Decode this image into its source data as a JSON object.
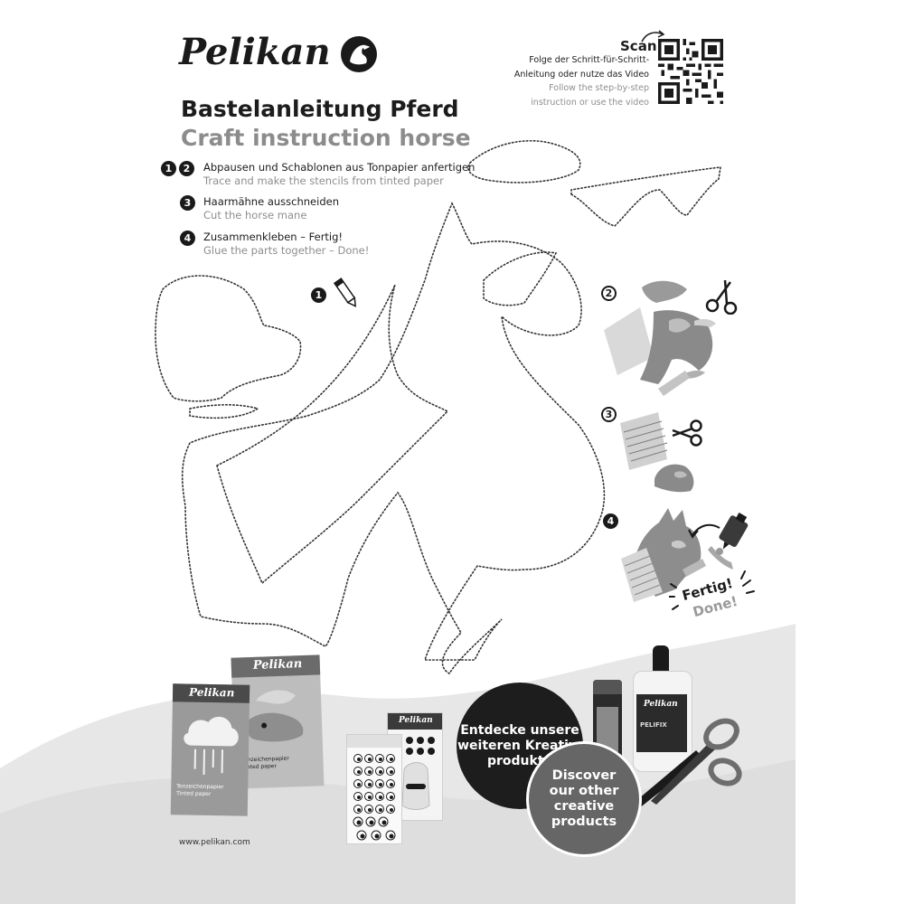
{
  "brand": {
    "name": "Pelikan",
    "url": "www.pelikan.com"
  },
  "title": {
    "de": "Bastelanleitung Pferd",
    "en": "Craft instruction horse"
  },
  "steps": [
    {
      "numbers": [
        "1",
        "2"
      ],
      "de": "Abpausen und Schablonen aus Tonpapier anfertigen",
      "en": "Trace and make the stencils from tinted paper"
    },
    {
      "numbers": [
        "3"
      ],
      "de": "Haarmähne ausschneiden",
      "en": "Cut the horse mane"
    },
    {
      "numbers": [
        "4"
      ],
      "de": "Zusammenkleben – Fertig!",
      "en": "Glue the parts together – Done!"
    }
  ],
  "scan": {
    "title": "Scan",
    "de_line1": "Folge der Schritt-für-Schritt-",
    "de_line2": "Anleitung oder nutze das Video",
    "en_line1": "Follow the step-by-step",
    "en_line2": "instruction or use the video"
  },
  "illustrations": {
    "pencil_step": "1",
    "side_steps": [
      "2",
      "3",
      "4"
    ],
    "done_de": "Fertig!",
    "done_en": "Done!"
  },
  "promo": {
    "de_line1": "Entdecke unsere",
    "de_line2": "weiteren Kreativ-",
    "de_line3": "produkte",
    "en_line1": "Discover",
    "en_line2": "our other",
    "en_line3": "creative",
    "en_line4": "products"
  },
  "products": {
    "pad_front_label_de": "Tonzeichenpapier",
    "pad_front_label_en": "Tinted paper",
    "pad_back_label_de": "Tonzeichenpapier",
    "pad_back_label_en": "Tinted paper",
    "glue_label": "PELIFIX"
  },
  "colors": {
    "dark": "#1a1a1a",
    "grey_text": "#8c8c8c",
    "promo_grey": "#666666",
    "background_wave": "#e6e6e6"
  },
  "icons": {
    "logo": "pelican-logo-icon",
    "qr": "qr-code-icon",
    "pencil": "pencil-icon",
    "scissors": "scissors-icon",
    "glue": "glue-bottle-icon"
  }
}
